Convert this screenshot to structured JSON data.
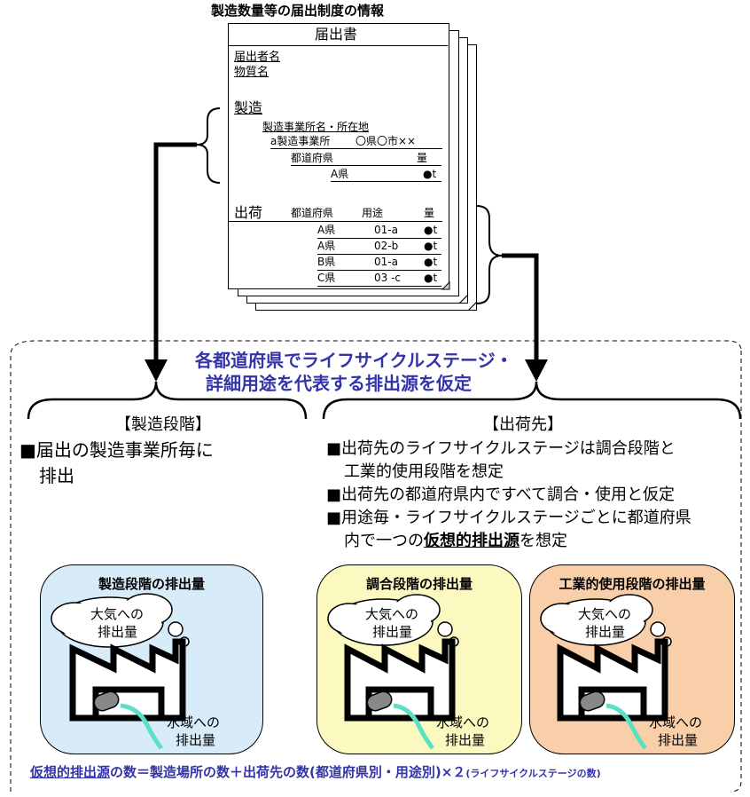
{
  "title": "製造数量等の届出制度の情報",
  "document": {
    "heading": "届出書",
    "applicant_label": "届出者名",
    "substance_label": "物質名",
    "manufacture": {
      "section_label": "製造",
      "office_header": "製造事業所名・所在地",
      "office_name": "a製造事業所",
      "office_address": "〇県〇市××",
      "pref_header": "都道府県",
      "qty_header": "量",
      "row_pref": "A県",
      "row_qty": "●t"
    },
    "shipment": {
      "section_label": "出荷",
      "col_pref": "都道府県",
      "col_use": "用途",
      "col_qty": "量",
      "rows": [
        {
          "pref": "A県",
          "use": "01-a",
          "qty": "●t"
        },
        {
          "pref": "A県",
          "use": "02-b",
          "qty": "●t"
        },
        {
          "pref": "B県",
          "use": "01-a",
          "qty": "●t"
        },
        {
          "pref": "C県",
          "use": "03 -c",
          "qty": "●t"
        }
      ]
    }
  },
  "assumption": {
    "line1": "各都道府県でライフサイクルステージ・",
    "line2": "詳細用途を代表する排出源を仮定"
  },
  "left": {
    "heading": "【製造段階】",
    "bullet_line1": "■届出の製造事業所毎に",
    "bullet_line2": "排出"
  },
  "right": {
    "heading": "【出荷先】",
    "b1_line1": "■出荷先のライフサイクルステージは調合段階と",
    "b1_line2": "工業的使用段階を想定",
    "b2": "■出荷先の都道府県内ですべて調合・使用と仮定",
    "b3_line1": "■用途毎・ライフサイクルステージごとに都道府県",
    "b3_line2_pre": "内で一つの",
    "b3_line2_em": "仮想的排出源",
    "b3_line2_post": "を想定"
  },
  "stages": [
    {
      "title": "製造段階の排出量",
      "air_line1": "大気への",
      "air_line2": "排出量",
      "water_line1": "水域への",
      "water_line2": "排出量",
      "color": "#d7ebf9"
    },
    {
      "title": "調合段階の排出量",
      "air_line1": "大気への",
      "air_line2": "排出量",
      "water_line1": "水域への",
      "water_line2": "排出量",
      "color": "#fbf8c0"
    },
    {
      "title": "工業的使用段階の排出量",
      "air_line1": "大気への",
      "air_line2": "排出量",
      "water_line1": "水域への",
      "water_line2": "排出量",
      "color": "#f8cfa8"
    }
  ],
  "formula": {
    "term": "仮想的排出源",
    "text": "の数＝製造場所の数＋出荷先の数(都道府県別・用途別)×２",
    "note": "(ライフサイクルステージの数)"
  }
}
